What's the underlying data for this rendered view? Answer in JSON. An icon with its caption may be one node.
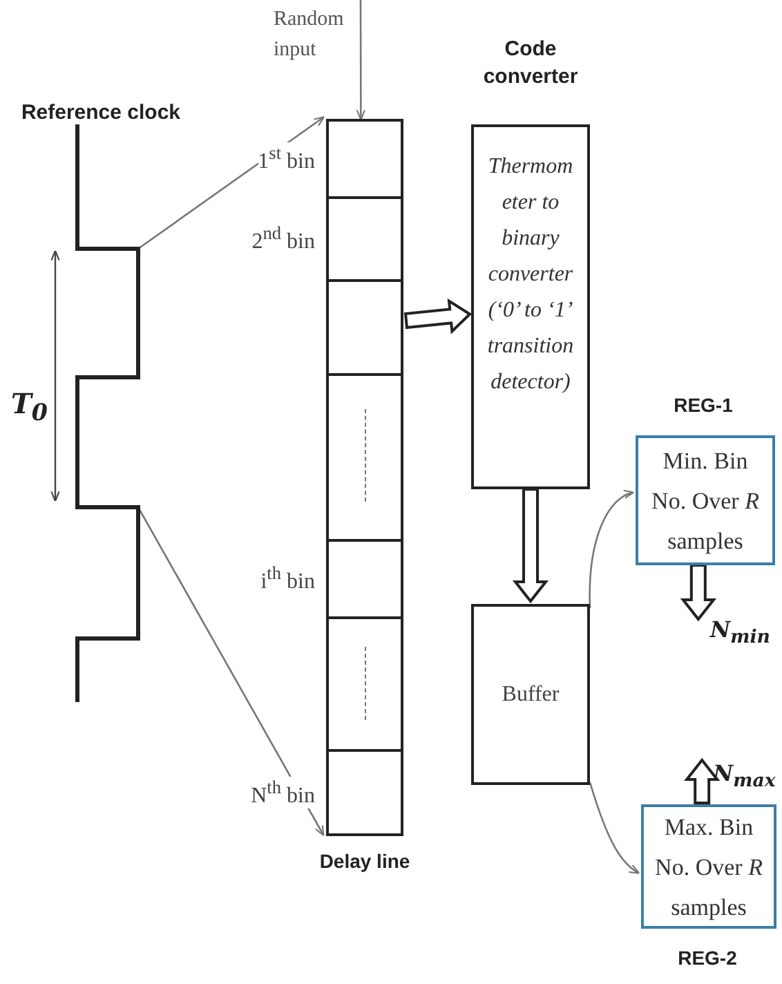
{
  "diagram": {
    "nodes": [
      {
        "text": [
          "Random input"
        ]
      },
      {
        "text": [
          "Reference clock"
        ]
      },
      {
        "text": [
          "Delay line"
        ]
      },
      {
        "text": [],
        "shape": "box",
        "in": 2,
        "beside": [
          "1$^{st}$ bin"
        ]
      },
      {
        "text": [],
        "shape": "box",
        "in": 2,
        "beside": [
          "2$^{nd}$ bin"
        ]
      },
      {
        "text": [],
        "shape": "box",
        "in": 2
      },
      {
        "text": [],
        "shape": "box",
        "in": 2
      },
      {
        "text": [],
        "shape": "box",
        "in": 2,
        "beside": [
          "i$^{th}$ bin"
        ]
      },
      {
        "text": [],
        "shape": "box",
        "in": 2
      },
      {
        "text": [],
        "shape": "box",
        "in": 2,
        "beside": [
          "N$^{th}$ bin"
        ]
      },
      {
        "text": [
          "Code converter",
          "Thermom eter to binary converter (‘0’ to ‘1’ transition detector)"
        ]
      },
      {
        "text": [
          "REG-1",
          "Min. Bin No. Over *R* samples"
        ]
      },
      {
        "text": [
          "N$_{min}$"
        ]
      },
      {
        "text": [
          "Buffer"
        ]
      },
      {
        "text": [
          "N$_{max}$"
        ]
      },
      {
        "text": [
          "Max. Bin No. Over *R* samples",
          "REG-2"
        ]
      }
    ],
    "edges": [
      {
        "from": 0,
        "to": 3,
        "arrow": "to"
      },
      {
        "from": 1,
        "to": 3,
        "arrow": "to"
      },
      {
        "from": 1,
        "to": 9,
        "arrow": "to"
      },
      {
        "from": 2,
        "to": 10,
        "arrow": "to",
        "style": "thick",
        "color": "#222222"
      },
      {
        "from": 10,
        "to": 13,
        "arrow": "to",
        "style": "thick",
        "color": "#222222"
      },
      {
        "from": 13,
        "to": 11,
        "arrow": "to"
      },
      {
        "from": 13,
        "to": 15,
        "arrow": "to"
      },
      {
        "from": 11,
        "to": 12,
        "arrow": "to",
        "style": "thick",
        "color": "#222222"
      },
      {
        "from": 15,
        "to": 14,
        "arrow": "to",
        "style": "thick",
        "color": "#222222"
      }
    ],
    "labels": [
      "T$_{0}$"
    ]
  }
}
